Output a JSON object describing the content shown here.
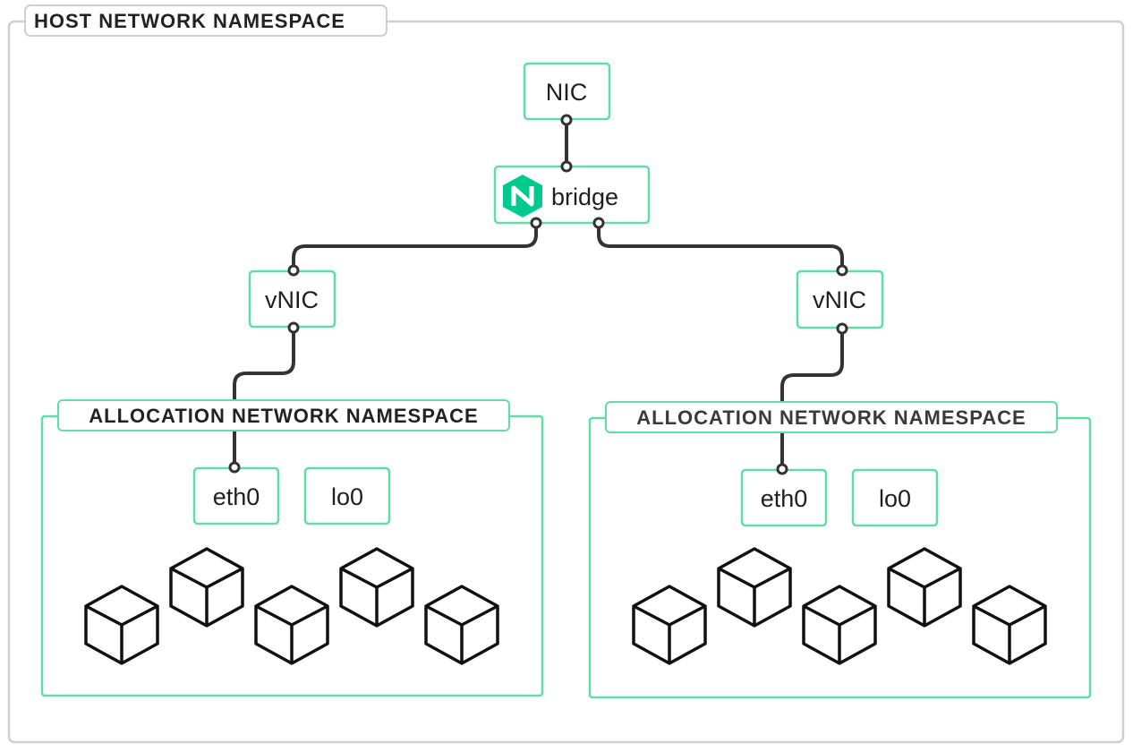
{
  "host": {
    "title": "HOST NETWORK NAMESPACE"
  },
  "nic": {
    "label": "NIC"
  },
  "bridge": {
    "label": "bridge"
  },
  "allocations": [
    {
      "namespace_title": "ALLOCATION NETWORK NAMESPACE",
      "vnic_label": "vNIC",
      "eth_label": "eth0",
      "lo_label": "lo0"
    },
    {
      "namespace_title": "ALLOCATION NETWORK NAMESPACE",
      "vnic_label": "vNIC",
      "eth_label": "eth0",
      "lo_label": "lo0"
    }
  ],
  "colors": {
    "accent": "#60dca6",
    "logo": "#00ca8e",
    "host_border": "#cfcfcf",
    "line": "#333333",
    "title_text": "#3a3a3a"
  },
  "icons": {
    "bridge_logo": "hexagon-n-logo-icon",
    "workload": "cube-icon"
  }
}
